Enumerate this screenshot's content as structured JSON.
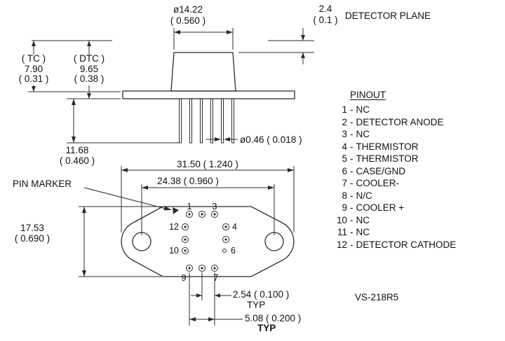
{
  "side_view": {
    "dim_can_diameter": "ø14.22\n( 0.560 )",
    "dim_detector_plane_offset": "2.4\n( 0.1 )",
    "detector_plane_label": "DETECTOR PLANE",
    "dim_tc": "( TC )\n7.90\n( 0.31 )",
    "dim_dtc": "( DTC )\n9.65\n( 0.38 )",
    "dim_pin_length": "11.68\n( 0.460 )",
    "dim_pin_diameter": "ø0.46 ( 0.018 )"
  },
  "bottom_view": {
    "dim_flange_width": "31.50 ( 1.240 )",
    "dim_hole_spacing": "24.38 ( 0.960 )",
    "dim_flange_height": "17.53\n( 0.690 )",
    "pin_marker_label": "PIN MARKER",
    "dim_pin_pitch": "2.54 ( 0.100 )",
    "dim_pin_pitch_typ": "TYP",
    "dim_pin_pitch2": "5.08 ( 0.200 )",
    "dim_pin_pitch2_typ": "TYP",
    "pin_labels": [
      "1",
      "3",
      "12",
      "4",
      "10",
      "6",
      "9",
      "7"
    ]
  },
  "pinout": {
    "title": "PINOUT",
    "separator": "-",
    "items": [
      {
        "num": "1",
        "label": "NC"
      },
      {
        "num": "2",
        "label": "DETECTOR ANODE"
      },
      {
        "num": "3",
        "label": "NC"
      },
      {
        "num": "4",
        "label": "THERMISTOR"
      },
      {
        "num": "5",
        "label": "THERMISTOR"
      },
      {
        "num": "6",
        "label": "CASE/GND"
      },
      {
        "num": "7",
        "label": "COOLER-"
      },
      {
        "num": "8",
        "label": "N/C"
      },
      {
        "num": "9",
        "label": "COOLER +"
      },
      {
        "num": "10",
        "label": "NC"
      },
      {
        "num": "11",
        "label": "NC"
      },
      {
        "num": "12",
        "label": "DETECTOR CATHODE"
      }
    ]
  },
  "part_number": "VS-218R5"
}
